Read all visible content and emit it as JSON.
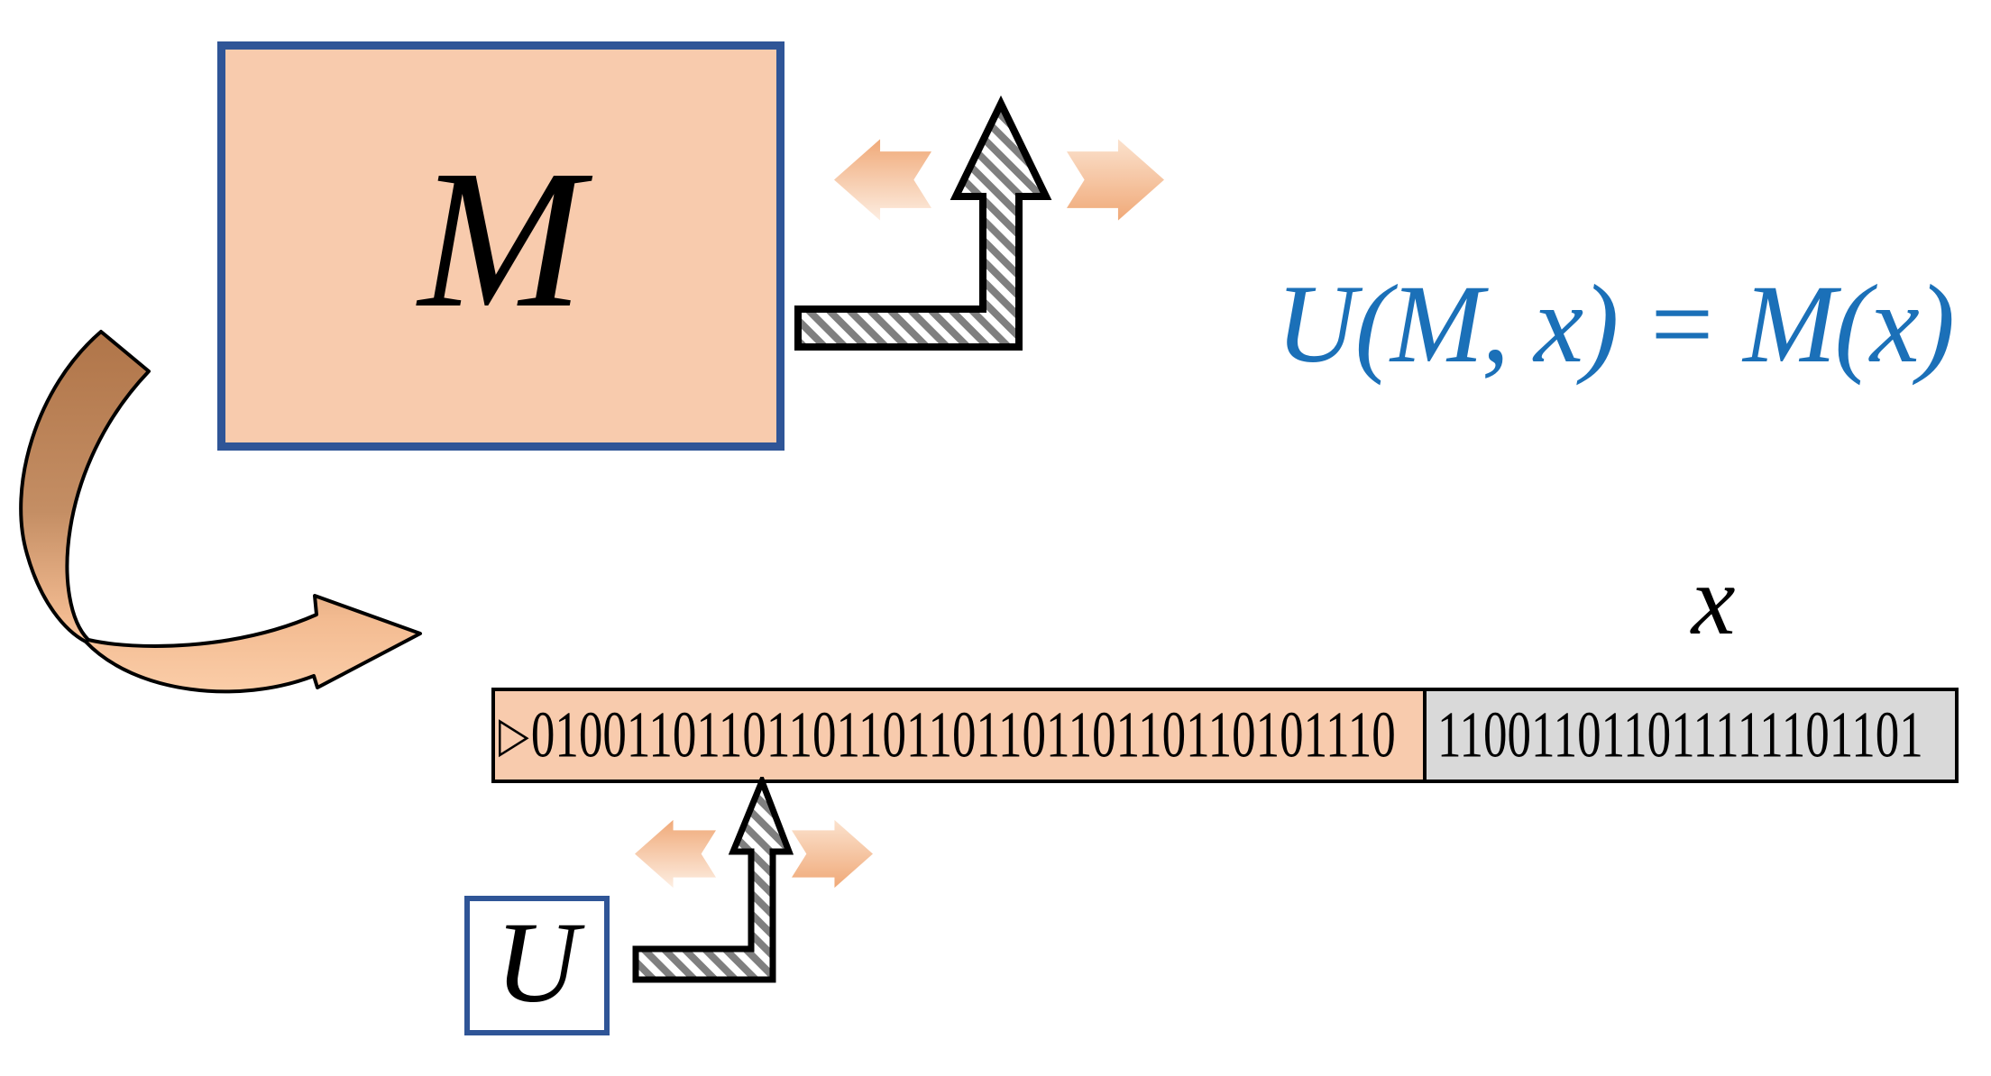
{
  "machine_box": {
    "label": "M"
  },
  "universal_machine_box": {
    "label": "U"
  },
  "equation": {
    "text": "U(M, x) = M(x)"
  },
  "tape": {
    "start_marker": "▷",
    "program_segment_bits": "0100110110110110110110110110110101110",
    "input_segment_bits": "110011011011111101101",
    "input_label": "x"
  },
  "icons": {
    "top_head_arrow": "hatched-bent-up-arrow-icon",
    "bottom_head_arrow": "hatched-bent-up-arrow-icon",
    "move_left_arrows": "faded-left-block-arrow-icon",
    "move_right_arrows": "faded-right-block-arrow-icon",
    "encode_arrow": "curved-swoosh-arrow-icon",
    "tape_start": "right-triangle-start-marker"
  },
  "colors": {
    "box_fill_peach": "#F8CBAD",
    "input_segment_gray": "#D9D9D9",
    "box_border_blue": "#2F5597",
    "equation_blue": "#1B70B8",
    "hatch_gray": "#7F7F7F",
    "faded_arrow_orange": "#F0A978",
    "curved_arrow_brown": "#B07549",
    "outline_black": "#000000"
  }
}
